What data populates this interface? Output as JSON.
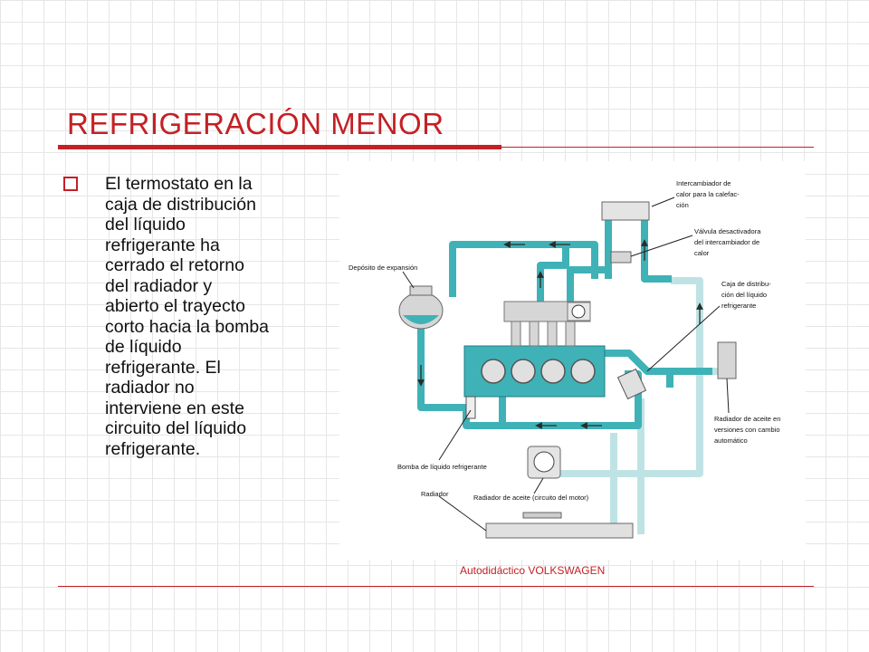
{
  "slide": {
    "title": "REFRIGERACIÓN MENOR",
    "bullet": "El termostato en la\ncaja de distribución\ndel líquido\nrefrigerante ha\ncerrado el retorno\ndel radiador y\nabierto el trayecto\ncorto hacia la bomba\nde líquido\nrefrigerante. El\nradiador no\ninterviene en este\ncircuito del líquido\nrefrigerante.",
    "caption": "Autodidáctico  VOLKSWAGEN"
  },
  "diagram": {
    "labels": {
      "intercambiador_1": "Intercambiador de",
      "intercambiador_2": "calor para la calefac-",
      "intercambiador_3": "ción",
      "valvula_1": "Válvula desactivadora",
      "valvula_2": "del intercambiador de",
      "valvula_3": "calor",
      "deposito": "Depósito de expansión",
      "caja_1": "Caja de distribu-",
      "caja_2": "ción del líquido",
      "caja_3": "refrigerante",
      "rad_aceite_1": "Radiador de aceite en",
      "rad_aceite_2": "versiones con cambio",
      "rad_aceite_3": "automático",
      "bomba": "Bomba de líquido refrigerante",
      "radiador": "Radiador",
      "rad_aceite_motor": "Radiador de aceite (circuito del motor)"
    }
  },
  "colors": {
    "accent": "#c42026",
    "coolant_active": "#3fb2b7",
    "coolant_inactive": "#bfe3e4",
    "component_gray": "#d6d6d6"
  }
}
